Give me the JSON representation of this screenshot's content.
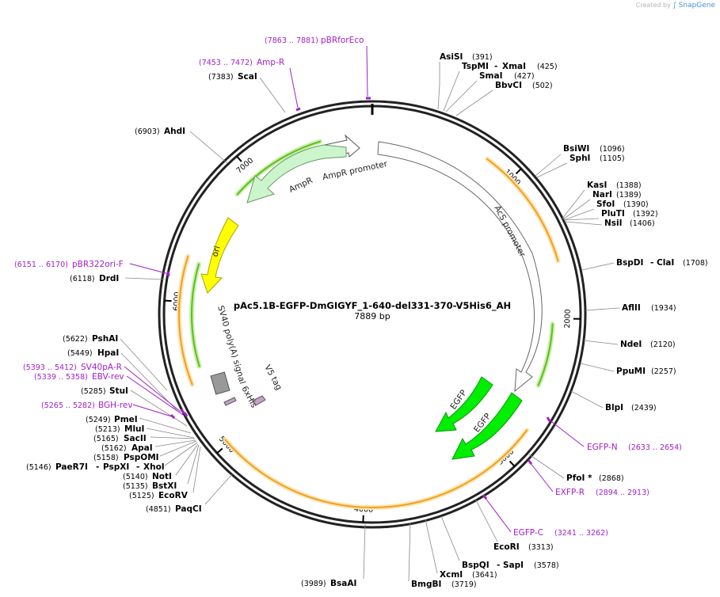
{
  "credit": {
    "prefix": "Created by",
    "brand": "SnapGene"
  },
  "plasmid": {
    "name": "pAc5.1B-EGFP-DmGIGYF_1-640-del331-370-V5His6_AH",
    "size_label": "7889 bp",
    "length": 7889
  },
  "ticks": [
    {
      "bp": 1000,
      "label": "1000"
    },
    {
      "bp": 2000,
      "label": "2000"
    },
    {
      "bp": 3000,
      "label": "3000"
    },
    {
      "bp": 4000,
      "label": "4000"
    },
    {
      "bp": 5000,
      "label": "5000"
    },
    {
      "bp": 6000,
      "label": "6000"
    },
    {
      "bp": 7000,
      "label": "7000"
    }
  ],
  "enzymes": [
    {
      "name": "AsiSI",
      "pos": "(391)",
      "bp": 391
    },
    {
      "name": "TspMI",
      "name2": "XmaI",
      "pos": "(425)",
      "bp": 425
    },
    {
      "name": "SmaI",
      "pos": "(427)",
      "bp": 427
    },
    {
      "name": "BbvCI",
      "pos": "(502)",
      "bp": 502
    },
    {
      "name": "BsiWI",
      "pos": "(1096)",
      "bp": 1096
    },
    {
      "name": "SphI",
      "pos": "(1105)",
      "bp": 1105
    },
    {
      "name": "KasI",
      "pos": "(1388)",
      "bp": 1388
    },
    {
      "name": "NarI",
      "pos": "(1389)",
      "bp": 1389
    },
    {
      "name": "SfoI",
      "pos": "(1390)",
      "bp": 1390
    },
    {
      "name": "PluTI",
      "pos": "(1392)",
      "bp": 1392
    },
    {
      "name": "NsiI",
      "pos": "(1406)",
      "bp": 1406
    },
    {
      "name": "BspDI",
      "name2": "ClaI",
      "pos": "(1708)",
      "bp": 1708
    },
    {
      "name": "AflII",
      "pos": "(1934)",
      "bp": 1934
    },
    {
      "name": "NdeI",
      "pos": "(2120)",
      "bp": 2120
    },
    {
      "name": "PpuMI",
      "pos": "(2257)",
      "bp": 2257
    },
    {
      "name": "BlpI",
      "pos": "(2439)",
      "bp": 2439
    },
    {
      "name": "PfoI *",
      "pos": "(2868)",
      "bp": 2868
    },
    {
      "name": "EcoRI",
      "pos": "(3313)",
      "bp": 3313
    },
    {
      "name": "BspQI",
      "name2": "SapI",
      "pos": "(3578)",
      "bp": 3578
    },
    {
      "name": "XcmI",
      "pos": "(3641)",
      "bp": 3641
    },
    {
      "name": "BmgBI",
      "pos": "(3719)",
      "bp": 3719
    },
    {
      "name": "BsaAI",
      "pos": "(3989)",
      "bp": 3989
    },
    {
      "name": "PaqCI",
      "pos": "(4851)",
      "bp": 4851
    },
    {
      "name": "EcoRV",
      "pos": "(5125)",
      "bp": 5125
    },
    {
      "name": "BstXI",
      "pos": "(5135)",
      "bp": 5135
    },
    {
      "name": "NotI",
      "pos": "(5140)",
      "bp": 5140
    },
    {
      "name": "PaeR7I",
      "name2": "PspXI",
      "name3": "XhoI",
      "pos": "(5146)",
      "bp": 5146
    },
    {
      "name": "PspOMI",
      "pos": "(5158)",
      "bp": 5158
    },
    {
      "name": "ApaI",
      "pos": "(5162)",
      "bp": 5162
    },
    {
      "name": "SacII",
      "pos": "(5165)",
      "bp": 5165
    },
    {
      "name": "MluI",
      "pos": "(5213)",
      "bp": 5213
    },
    {
      "name": "PmeI",
      "pos": "(5249)",
      "bp": 5249
    },
    {
      "name": "StuI",
      "pos": "(5285)",
      "bp": 5285
    },
    {
      "name": "HpaI",
      "pos": "(5449)",
      "bp": 5449
    },
    {
      "name": "PshAI",
      "pos": "(5622)",
      "bp": 5622
    },
    {
      "name": "DrdI",
      "pos": "(6118)",
      "bp": 6118
    },
    {
      "name": "AhdI",
      "pos": "(6903)",
      "bp": 6903
    },
    {
      "name": "ScaI",
      "pos": "(7383)",
      "bp": 7383
    }
  ],
  "primers": [
    {
      "name": "pBRforEco",
      "range": "(7863 .. 7881)",
      "start": 7863,
      "end": 7881
    },
    {
      "name": "Amp-R",
      "range": "(7453 .. 7472)",
      "start": 7453,
      "end": 7472
    },
    {
      "name": "pBR322ori-F",
      "range": "(6151 .. 6170)",
      "start": 6151,
      "end": 6170
    },
    {
      "name": "SV40pA-R",
      "range": "(5393 .. 5412)",
      "start": 5393,
      "end": 5412
    },
    {
      "name": "EBV-rev",
      "range": "(5339 .. 5358)",
      "start": 5339,
      "end": 5358
    },
    {
      "name": "BGH-rev",
      "range": "(5265 .. 5282)",
      "start": 5265,
      "end": 5282
    },
    {
      "name": "EGFP-N",
      "range": "(2633 .. 2654)",
      "start": 2633,
      "end": 2654
    },
    {
      "name": "EXFP-R",
      "range": "(2894 .. 2913)",
      "start": 2894,
      "end": 2913
    },
    {
      "name": "EGFP-C",
      "range": "(3241 .. 3262)",
      "start": 3241,
      "end": 3262
    }
  ],
  "features": [
    {
      "name": "AmpR promoter",
      "color": "#ffffff"
    },
    {
      "name": "AmpR",
      "color": "#ccf5cc"
    },
    {
      "name": "ori",
      "color": "#ffff00"
    },
    {
      "name": "AcS promoter",
      "color": "#ffffff"
    },
    {
      "name": "EGFP",
      "color": "#00ee00"
    },
    {
      "name": "EGFP",
      "color": "#00ee00"
    },
    {
      "name": "SV40 poly(A) signal",
      "color": "#999999"
    },
    {
      "name": "V5 tag",
      "color": "#c8a0c8"
    },
    {
      "name": "6xHis",
      "color": "#c8a0c8"
    }
  ],
  "colors": {
    "orf_orange": "#f0a020",
    "orf_green": "#5fbf1f",
    "primer": "#a020c8"
  }
}
